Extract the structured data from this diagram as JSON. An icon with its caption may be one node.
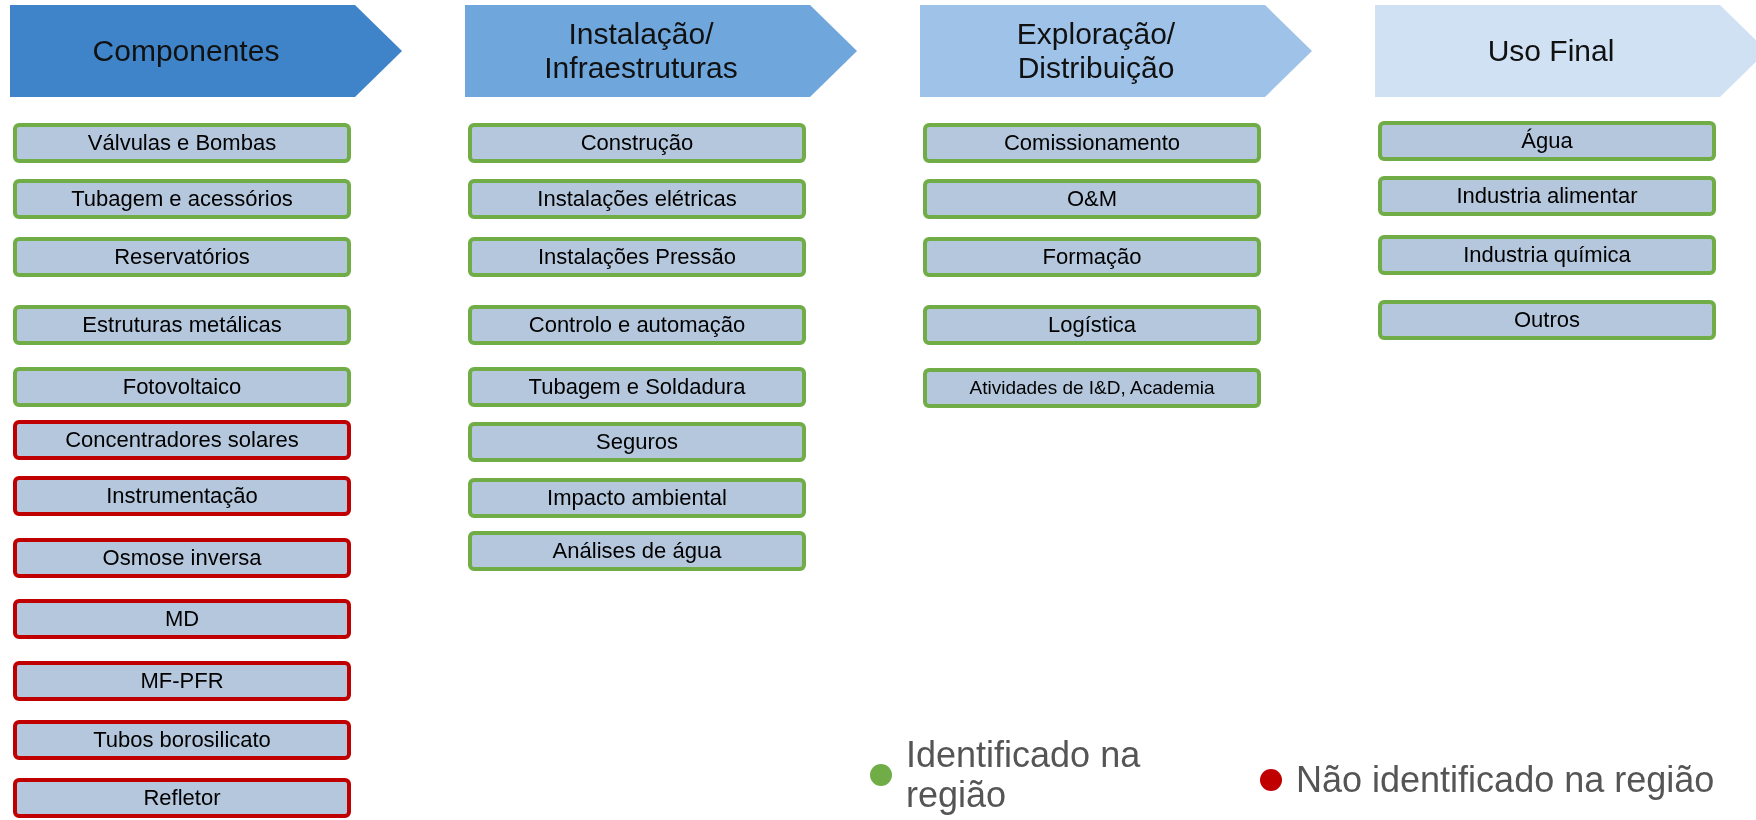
{
  "diagram": {
    "nodes": [
      {
        "text": [
          "Componentes"
        ]
      },
      {
        "text": [
          "Instalação/ Infraestruturas"
        ]
      },
      {
        "text": [
          "Exploração/ Distribuição"
        ]
      },
      {
        "text": [
          "Uso Final"
        ]
      },
      {
        "text": [
          "Válvulas e Bombas"
        ]
      },
      {
        "text": [
          "Tubagem e acessórios"
        ]
      },
      {
        "text": [
          "Reservatórios"
        ]
      },
      {
        "text": [
          "Estruturas metálicas"
        ]
      },
      {
        "text": [
          "Fotovoltaico"
        ]
      },
      {
        "text": [
          "Concentradores solares"
        ]
      },
      {
        "text": [
          "Instrumentação"
        ]
      },
      {
        "text": [
          "Osmose inversa"
        ]
      },
      {
        "text": [
          "MD"
        ]
      },
      {
        "text": [
          "MF-PFR"
        ]
      },
      {
        "text": [
          "Tubos borosilicato"
        ]
      },
      {
        "text": [
          "Refletor"
        ]
      },
      {
        "text": [
          "Construção"
        ]
      },
      {
        "text": [
          "Instalações elétricas"
        ]
      },
      {
        "text": [
          "Instalações Pressão"
        ]
      },
      {
        "text": [
          "Controlo e automação"
        ]
      },
      {
        "text": [
          "Tubagem e Soldadura"
        ]
      },
      {
        "text": [
          "Seguros"
        ]
      },
      {
        "text": [
          "Impacto ambiental"
        ]
      },
      {
        "text": [
          "Análises de água"
        ]
      },
      {
        "text": [
          "Comissionamento"
        ]
      },
      {
        "text": [
          "O&M"
        ]
      },
      {
        "text": [
          "Formação"
        ]
      },
      {
        "text": [
          "Logística"
        ]
      },
      {
        "text": [
          "Atividades de I&D, Academia"
        ]
      },
      {
        "text": [
          "Água"
        ]
      },
      {
        "text": [
          "Industria alimentar"
        ]
      },
      {
        "text": [
          "Industria química"
        ]
      },
      {
        "text": [
          "Outros"
        ]
      }
    ],
    "legend": [
      {
        "text": "Identificado na região",
        "color": "#70ad47"
      },
      {
        "text": "Não identificado na região",
        "color": "#c00000"
      }
    ]
  }
}
